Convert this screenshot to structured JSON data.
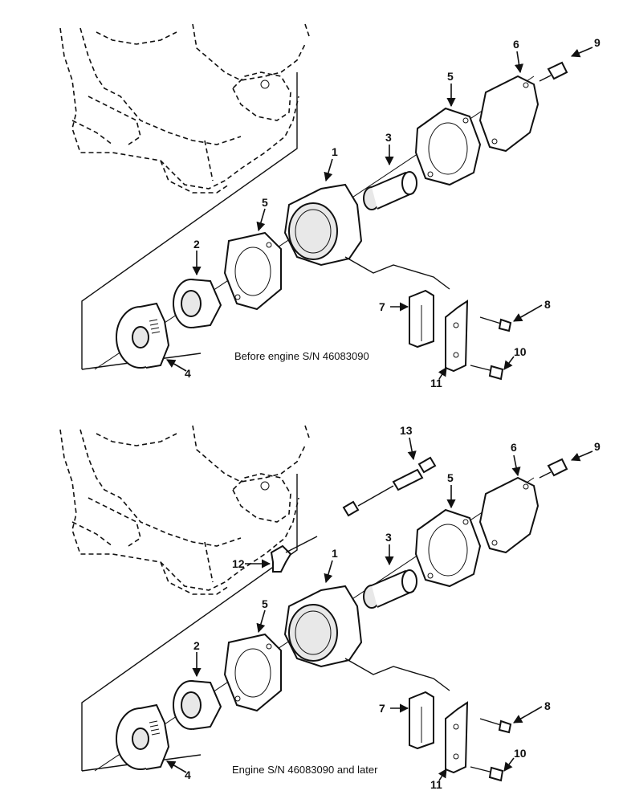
{
  "upper_view": {
    "caption": "Before engine S/N 46083090",
    "callouts": [
      "1",
      "2",
      "3",
      "4",
      "5",
      "5",
      "6",
      "7",
      "8",
      "9",
      "10",
      "11"
    ]
  },
  "lower_view": {
    "caption": "Engine S/N 46083090 and later",
    "callouts": [
      "1",
      "2",
      "3",
      "4",
      "5",
      "5",
      "6",
      "7",
      "8",
      "9",
      "10",
      "11",
      "12",
      "13"
    ]
  }
}
